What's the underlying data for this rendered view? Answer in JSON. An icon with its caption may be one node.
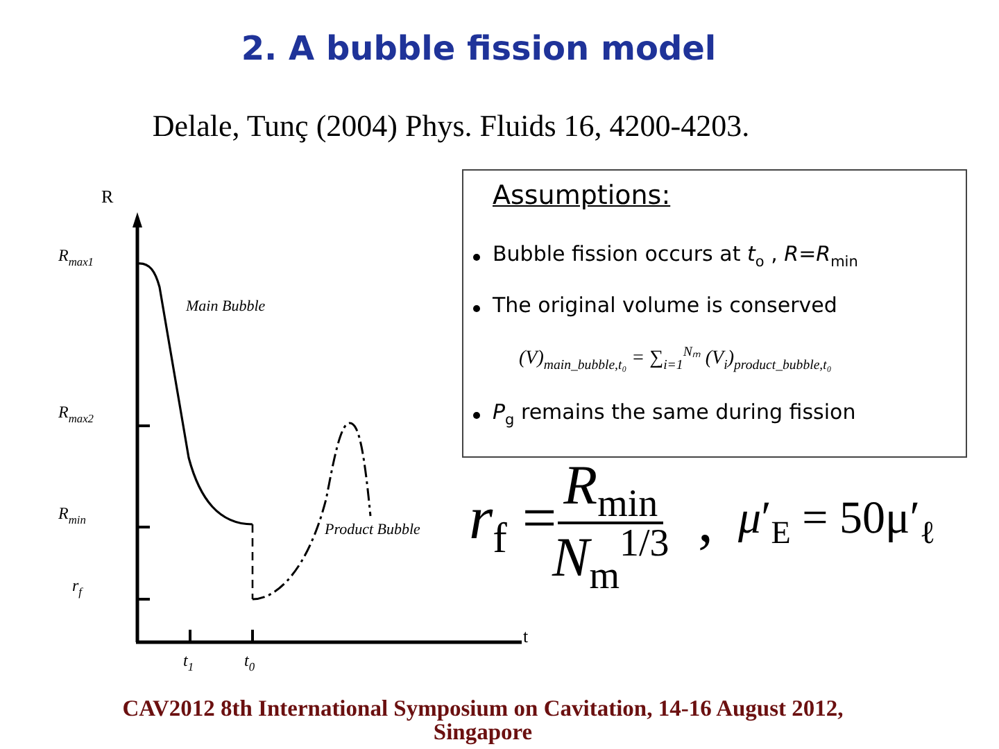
{
  "diagram": {
    "title": "2. A bubble fission model",
    "caption": "CAV2012 8th International Symposium on Cavitation, 14-16 August 2012, Singapore",
    "nodes": [
      {
        "text": [
          "Assumptions:",
          "Bubble fission occurs at *t*$_{o}$ , *R*=*R*$_{min}$",
          "The original volume is conserved",
          "(*V*)$_{main_bubble,t₀}$ = ∑$_{i=1}$$^{Nₘ}$ (*V*$_{i}$)$_{product_bubble,t₀}$",
          "*P*$_{g}$ remains the same during fission"
        ]
      }
    ],
    "labels": [
      "Delale, Tunç (2004) Phys. Fluids 16, 4200-4203.",
      "R",
      "R$_{max1}$",
      "Main Bubble",
      "R$_{max2}$",
      "R$_{min}$",
      "Product Bubble",
      "r$_{f}$",
      "t$_{1}$",
      "t$_{0}$",
      "t",
      "*r*$_{f}$ =",
      "*R*$_{min}$",
      "*N*$_{m}$$^{1/3}$",
      ",",
      "*μ*′$_{E}$ = 50μ′$_{ℓ}$"
    ]
  }
}
